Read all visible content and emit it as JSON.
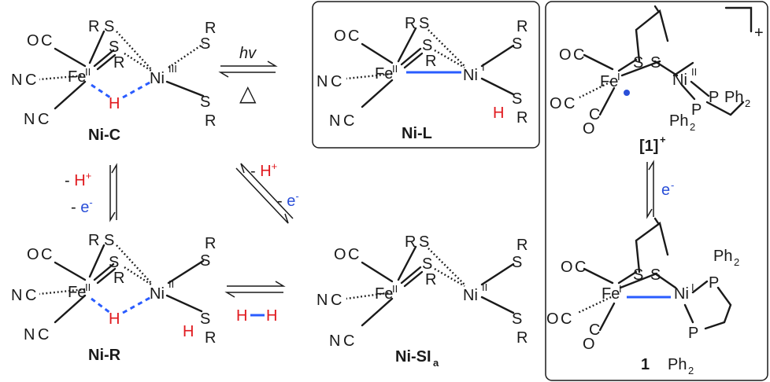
{
  "species": {
    "nic": {
      "label": "Ni-C",
      "fe": "Fe",
      "fe_ox": "II",
      "ni": "Ni",
      "ni_ox": "III",
      "h": "H"
    },
    "nil": {
      "label": "Ni-L",
      "fe": "Fe",
      "fe_ox": "II",
      "ni": "Ni",
      "ni_ox": "I",
      "h": "H"
    },
    "nir": {
      "label": "Ni-R",
      "fe": "Fe",
      "fe_ox": "II",
      "ni": "Ni",
      "ni_ox": "II",
      "h": "H"
    },
    "nisi": {
      "label": "Ni-SI",
      "label_sub": "a",
      "fe": "Fe",
      "fe_ox": "II",
      "ni": "Ni",
      "ni_ox": "II"
    },
    "cat": {
      "label": "[1]",
      "label_sup": "+",
      "fe": "Fe",
      "fe_ox": "I",
      "ni": "Ni",
      "ni_ox": "II",
      "charge": "+"
    },
    "neu": {
      "label": "1",
      "fe": "Fe",
      "fe_ox": "I",
      "ni": "Ni",
      "ni_ox": "I"
    }
  },
  "atoms": {
    "s": "S",
    "r": "R",
    "n": "N",
    "c": "C",
    "o": "O",
    "p": "P",
    "ph": "Ph",
    "ph_sub": "2"
  },
  "arrows": {
    "top": {
      "above": "hv",
      "below": "△"
    },
    "left": {
      "a_sign": "- ",
      "a": "H",
      "a_sup": "+",
      "b_sign": "- ",
      "b": "e",
      "b_sup": "-"
    },
    "diag": {
      "a_sign": "- ",
      "a": "H",
      "a_sup": "+",
      "b_sign": "- ",
      "b": "e",
      "b_sup": "-"
    },
    "bottom": {
      "h1": "H",
      "h2": "H"
    },
    "right": {
      "a": "e",
      "a_sup": "-"
    }
  }
}
